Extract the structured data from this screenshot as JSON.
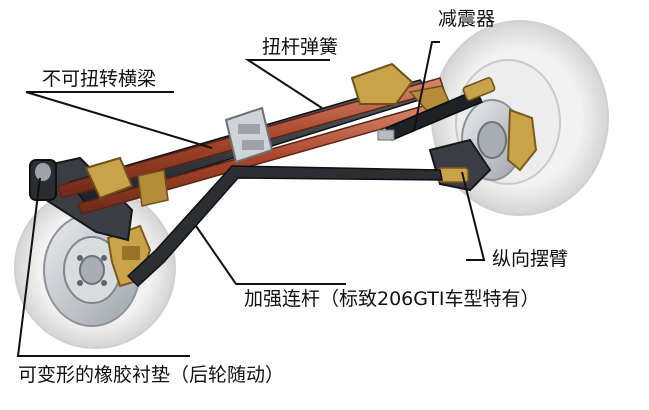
{
  "labels": {
    "torsion_bar": "扭杆弹簧",
    "shock_absorber": "减震器",
    "cross_beam": "不可扭转横梁",
    "trailing_arm": "纵向摆臂",
    "reinforcement_rod": "加强连杆（标致206GTI车型特有）",
    "bushing": "可变形的橡胶衬垫（后轮随动）"
  },
  "colors": {
    "leader_line": "#111111",
    "torsion_bar": "#b5553a",
    "arm": "#2b2e33",
    "hub": "#c8ccd0",
    "caliper": "#c9a24a",
    "tire": "#e6e6e6"
  }
}
